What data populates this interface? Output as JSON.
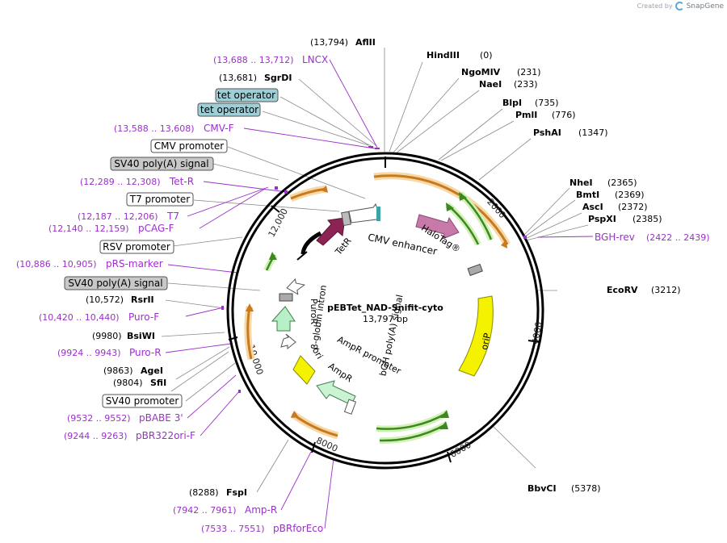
{
  "branding": {
    "created_by": "Created by",
    "product": "SnapGene"
  },
  "plasmid": {
    "name": "pEBTet_NAD-Snifit-cyto",
    "size": "13,797 bp"
  },
  "ticks": [
    "2000",
    "4000",
    "6000",
    "8000",
    "10,000",
    "12,000"
  ],
  "enzyme_sites": [
    {
      "name": "AflII",
      "pos": "(13,794)"
    },
    {
      "name": "HindIII",
      "pos": "(0)"
    },
    {
      "name": "NgoMIV",
      "pos": "(231)"
    },
    {
      "name": "NaeI",
      "pos": "(233)"
    },
    {
      "name": "BlpI",
      "pos": "(735)"
    },
    {
      "name": "PmlI",
      "pos": "(776)"
    },
    {
      "name": "PshAI",
      "pos": "(1347)"
    },
    {
      "name": "NheI",
      "pos": "(2365)"
    },
    {
      "name": "BmtI",
      "pos": "(2369)"
    },
    {
      "name": "AscI",
      "pos": "(2372)"
    },
    {
      "name": "PspXI",
      "pos": "(2385)"
    },
    {
      "name": "EcoRV",
      "pos": "(3212)"
    },
    {
      "name": "BbvCI",
      "pos": "(5378)"
    },
    {
      "name": "FspI",
      "pos": "(8288)"
    },
    {
      "name": "SfiI",
      "pos": "(9804)"
    },
    {
      "name": "AgeI",
      "pos": "(9863)"
    },
    {
      "name": "BsiWI",
      "pos": "(9980)"
    },
    {
      "name": "RsrII",
      "pos": "(10,572)"
    },
    {
      "name": "SgrDI",
      "pos": "(13,681)"
    }
  ],
  "primers": [
    {
      "name": "LNCX",
      "range": "(13,688 .. 13,712)"
    },
    {
      "name": "CMV-F",
      "range": "(13,588 .. 13,608)"
    },
    {
      "name": "Tet-R",
      "range": "(12,289 .. 12,308)"
    },
    {
      "name": "T7",
      "range": "(12,187 .. 12,206)"
    },
    {
      "name": "pCAG-F",
      "range": "(12,140 .. 12,159)"
    },
    {
      "name": "BGH-rev",
      "range": "(2422 .. 2439)"
    },
    {
      "name": "pRS-marker",
      "range": "(10,886 .. 10,905)"
    },
    {
      "name": "Puro-F",
      "range": "(10,420 .. 10,440)"
    },
    {
      "name": "Puro-R",
      "range": "(9924 .. 9943)"
    },
    {
      "name": "pBABE 3'",
      "range": "(9532 .. 9552)"
    },
    {
      "name": "pBR322ori-F",
      "range": "(9244 .. 9263)"
    },
    {
      "name": "Amp-R",
      "range": "(7942 .. 7961)"
    },
    {
      "name": "pBRforEco",
      "range": "(7533 .. 7551)"
    }
  ],
  "boxed_features": [
    {
      "name": "tet operator",
      "color": "#9ecfd6"
    },
    {
      "name": "tet operator",
      "color": "#9ecfd6"
    },
    {
      "name": "CMV promoter",
      "color": "#ffffff"
    },
    {
      "name": "SV40 poly(A) signal",
      "color": "#c8c8c8"
    },
    {
      "name": "T7 promoter",
      "color": "#ffffff"
    },
    {
      "name": "RSV promoter",
      "color": "#ffffff"
    },
    {
      "name": "SV40 poly(A) signal",
      "color": "#c8c8c8"
    },
    {
      "name": "SV40 promoter",
      "color": "#ffffff"
    }
  ],
  "inner_features": {
    "tetr": "TetR",
    "cmv_enhancer": "CMV enhancer",
    "halotag": "HaloTag®",
    "bgh": "bGH poly(A) signal",
    "orip": "oriP",
    "ampr_promoter": "AmpR promoter",
    "ampr": "AmpR",
    "ori": "ori",
    "puror": "PuroR",
    "globin": "β-globin intron"
  },
  "colors": {
    "backbone": "#000000",
    "primer_text": "#9b30c9",
    "orange_arrow": "#c87a1e",
    "green_arrow": "#3a8a1e",
    "tetr": "#8b2455",
    "halotag": "#c77aa8",
    "orip": "#f5f200",
    "puror": "#b7f0c6"
  }
}
